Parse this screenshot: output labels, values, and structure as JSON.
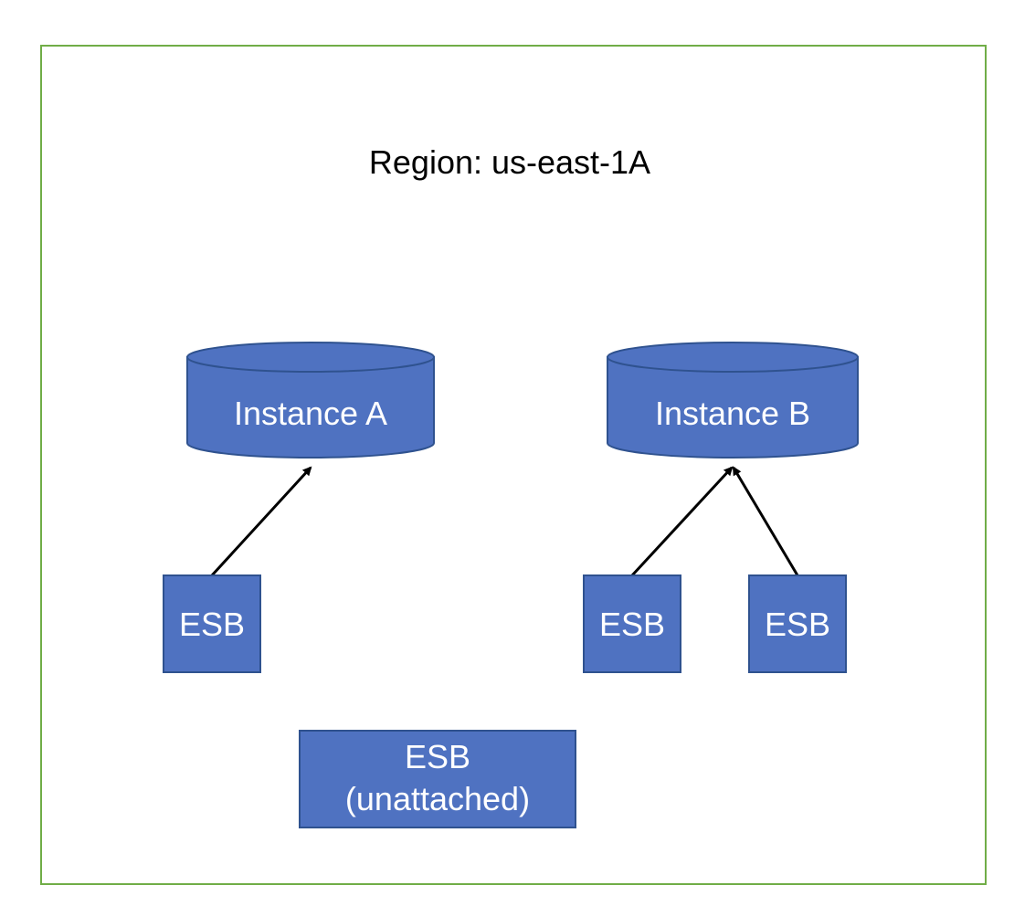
{
  "region": {
    "label": "Region:  us-east-1A"
  },
  "instances": [
    {
      "label": "Instance A"
    },
    {
      "label": "Instance B"
    }
  ],
  "volumes": [
    {
      "label": "ESB",
      "attached_to": "Instance A"
    },
    {
      "label": "ESB",
      "attached_to": "Instance B"
    },
    {
      "label": "ESB",
      "attached_to": "Instance B"
    }
  ],
  "unattached_volume": {
    "line1": "ESB",
    "line2": "(unattached)"
  },
  "colors": {
    "region_border": "#70ad47",
    "shape_fill": "#4f72c1",
    "shape_stroke": "#2f528f",
    "arrow": "#000000",
    "label_light": "#ffffff",
    "label_dark": "#000000"
  }
}
